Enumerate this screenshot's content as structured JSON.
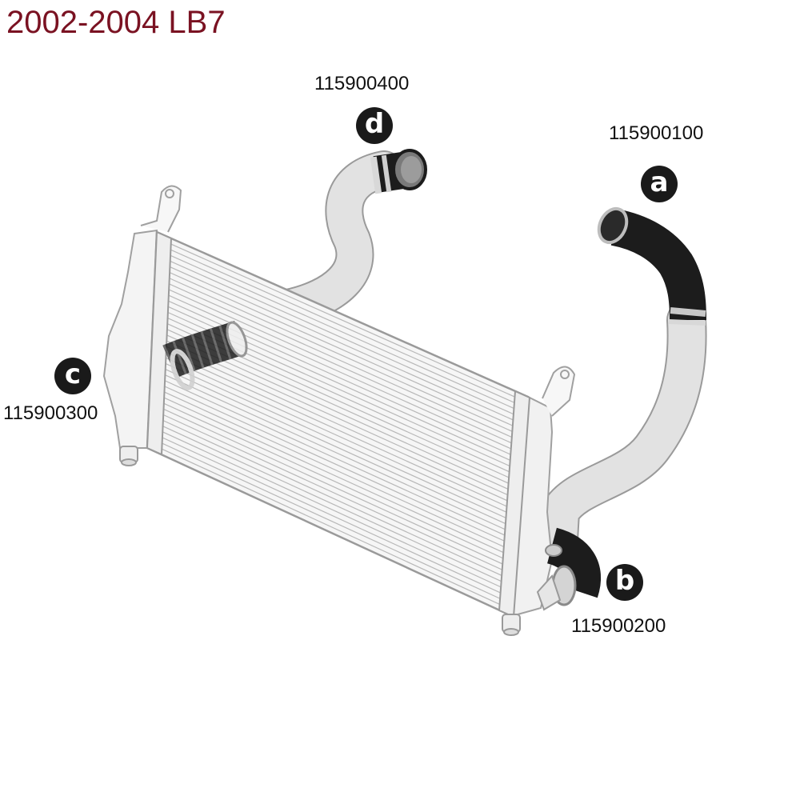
{
  "title": "2002-2004 LB7",
  "colors": {
    "title": "#7a1222",
    "hose_black": "#1c1c1c",
    "hose_light": "#dcdcdc",
    "outline": "#9a9a9a",
    "badge": "#1a1a1a"
  },
  "parts": {
    "a": {
      "letter": "a",
      "part_number": "115900100"
    },
    "b": {
      "letter": "b",
      "part_number": "115900200"
    },
    "c": {
      "letter": "c",
      "part_number": "115900300"
    },
    "d": {
      "letter": "d",
      "part_number": "115900400"
    }
  }
}
